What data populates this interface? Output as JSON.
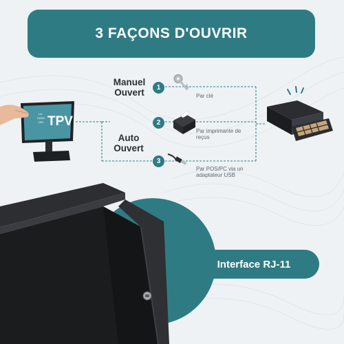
{
  "title": "3 FAÇONS D'OUVRIR",
  "modes": {
    "manual": "Manuel Ouvert",
    "auto": "Auto Ouvert"
  },
  "methods": [
    {
      "number": "1",
      "text": "Par clé",
      "icon": "key-icon"
    },
    {
      "number": "2",
      "text": "Par imprimante de reçus",
      "icon": "receipt-printer-icon"
    },
    {
      "number": "3",
      "text": "Par POS/PC via un adaptateur USB",
      "icon": "usb-cable-icon"
    }
  ],
  "monitor_logo": {
    "small": "LA CASA DEL",
    "big": "TPV"
  },
  "interface_label": "Interface RJ-11",
  "colors": {
    "accent": "#2f7b84",
    "background": "#eef2f5",
    "drawer": "#1d1d1f"
  }
}
